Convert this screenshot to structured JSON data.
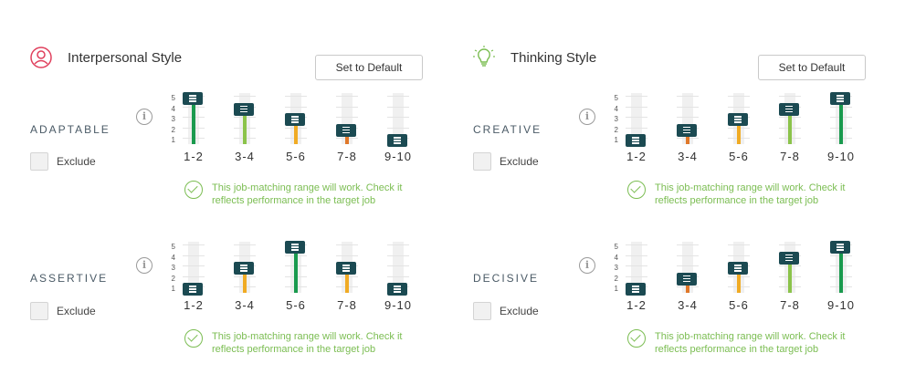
{
  "panels": [
    {
      "id": "interpersonal",
      "title": "Interpersonal Style",
      "icon": "user-circle-icon",
      "default_button": "Set to Default",
      "accent": "#e0405d",
      "traits": [
        {
          "name": "ADAPTABLE",
          "exclude_label": "Exclude",
          "info": "i",
          "level": 5,
          "scale": [
            "5",
            "4",
            "3",
            "2",
            "1"
          ],
          "ranges": [
            "1-2",
            "3-4",
            "5-6",
            "7-8",
            "9-10"
          ],
          "values": [
            5,
            4,
            3,
            2,
            1
          ],
          "message": "This job-matching range will work. Check it reflects performance in the target job"
        },
        {
          "name": "ASSERTIVE",
          "exclude_label": "Exclude",
          "info": "i",
          "level": 5,
          "scale": [
            "5",
            "4",
            "3",
            "2",
            "1"
          ],
          "ranges": [
            "1-2",
            "3-4",
            "5-6",
            "7-8",
            "9-10"
          ],
          "values": [
            1,
            3,
            5,
            3,
            1
          ],
          "message": "This job-matching range will work. Check it reflects performance in the target job"
        }
      ]
    },
    {
      "id": "thinking",
      "title": "Thinking Style",
      "icon": "lightbulb-icon",
      "default_button": "Set to Default",
      "accent": "#7bbd52",
      "traits": [
        {
          "name": "CREATIVE",
          "exclude_label": "Exclude",
          "info": "i",
          "level": 5,
          "scale": [
            "5",
            "4",
            "3",
            "2",
            "1"
          ],
          "ranges": [
            "1-2",
            "3-4",
            "5-6",
            "7-8",
            "9-10"
          ],
          "values": [
            1,
            2,
            3,
            4,
            5
          ],
          "message": "This job-matching range will work. Check it reflects performance in the target job"
        },
        {
          "name": "DECISIVE",
          "exclude_label": "Exclude",
          "info": "i",
          "level": 5,
          "scale": [
            "5",
            "4",
            "3",
            "2",
            "1"
          ],
          "ranges": [
            "1-2",
            "3-4",
            "5-6",
            "7-8",
            "9-10"
          ],
          "values": [
            1,
            2,
            3,
            4,
            5
          ],
          "message": "This job-matching range will work. Check it reflects performance in the target job"
        }
      ]
    }
  ],
  "colors": {
    "level_5": "#1a9a4e",
    "level_4": "#8bc34a",
    "level_3": "#f0ab24",
    "level_2": "#e0782a",
    "handle": "#1b4a52",
    "success": "#7bbd52"
  }
}
